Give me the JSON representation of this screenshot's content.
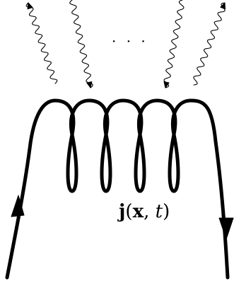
{
  "diagram": {
    "ellipsis": "· · ·",
    "current_label": {
      "j": "j",
      "open": "(",
      "x": "x",
      "comma": ", ",
      "t": "t",
      "close": ")"
    }
  }
}
